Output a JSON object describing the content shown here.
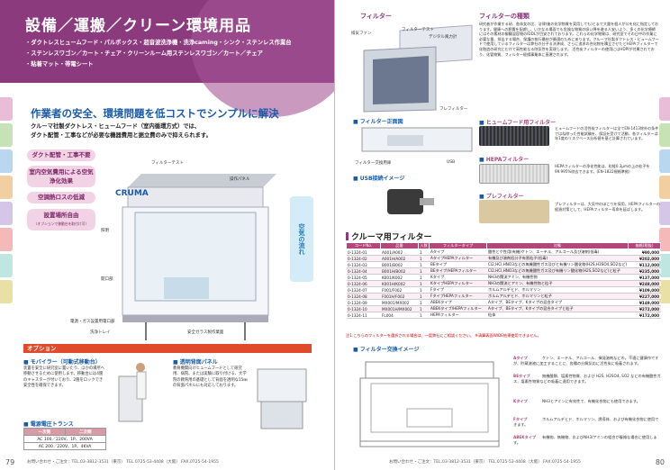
{
  "left": {
    "title": "設備／運搬／クリーン環境用品",
    "subtitle_lines": [
      "・ダクトレスヒュームフード・パルボックス・超音波洗浄機・洗浄caming・シンク・ステンレス作業台",
      "・ステンレスワゴン／カート・チェア・クリーンルーム用ステンレスワゴン／カート／チェア",
      "・粘着マット・帯電シート"
    ],
    "headline": "作業者の安全、環境問題を低コストでシンプルに解決",
    "subheadline_1": "クルーマ社製ダクトレス・ヒュームフード（室内循環方式）では、",
    "subheadline_2": "ダクト配管・工事などが必要な機器費用と据立費のみで抑えられます。",
    "pills": [
      "ダクト配管・工事不要",
      "室内空気費用による空気浄化効果",
      "空調熱ロスの低減",
      "設置場所自由"
    ],
    "pill_note": "（オプションで移動台を取付け可）",
    "callouts": [
      "フィルターテスト",
      "操作パネル",
      "照明",
      "開口部",
      "電源・ガス設置用電口部",
      "洗浄トレイ",
      "安全ガラス製作業面"
    ],
    "brand": "CRUMA",
    "air_label": "空気の流れ",
    "option_title": "オプション",
    "mobile_cart_title": "モバイラー（可動式移動台）",
    "mobile_cart_text": "装置を安全に研究室に置いたり、ほかの場所へ移動させるために使用します。移動台には4箇のキャスターが付いており、2箇をロックでき安全性を確保できます。",
    "rear_panel_title": "透明背面パネル",
    "rear_panel_text": "教育機関向けヒュームフードとして研究用、病院、または実験に取り付ける、大学院の教育用の基礎として背面を透明な15㎜の背面パネルにも対応しております。",
    "trans_title": "電源電圧トランス",
    "trans_headers": [
      "一次側",
      "二次側"
    ],
    "trans_rows": [
      [
        "AC 100／220V、1P、200VA"
      ],
      [
        "AC 200／220V、1P、4KVA"
      ]
    ],
    "footer": "お問い合わせ・ご注文：TEL.03-3812-3531（東京） TEL.0725-53-4408（大阪） FAX.0725-54-1955",
    "page_number": "79"
  },
  "right": {
    "filter_label": "フィルター",
    "filter_kind_label": "フィルターの種類",
    "filter_diagram_labels": [
      "排気ファン",
      "フィルターテスト",
      "デジタル風力計",
      "フレフィルター"
    ],
    "filter_kind_text": "研究者が作業する研、各体女の比、法律(後の化学物質を実用しても)とまで大量を個人が公を化に指定しております。健康への影響を配慮し、いかなる場面でも危険な物質の吸い降を避る人安いよう、多くの化学療師にはその素材の御臓混容物のIDDLが目安されております。これらの化学物質は、研究室でその日中の作業に必要な量、排出する場合、保護の執行最材が最適のためにあります。クルーマ社製ダクトレス・ヒュームフードで使用しているフィルターは弊社の分子る決済成、さらに追求の合化物を積立させたとHEPAフィルターで化粧造の研究にむけて高性能なる除気性を実現します。 活性炭フィルターの使用にはHDPIが付属されており、化管物質、フィルター極損事業体に直運されます。",
    "filter_front_label": "フィルター正面図",
    "filter_front_caption": "フィルター交換用扉",
    "usb_caption": "USB",
    "usb_label": "USB接続イメージ",
    "hume_filter_title": "ヒュームフード用フィルター",
    "hume_filter_text": "ヒュームフードの活性炭フィルターは全てEN-1413除外の条件ではね除った性能試験を、保証を受けて活動、各フィルターは年1度のリスクベース分析値を基と計算されています。",
    "hepa_title": "HEPAフィルター",
    "hepa_text": "HEPAフィルターの浄化性能は、粒経0.3μmの上の粒子を99.995%除去できます。(EN-1822規格準拠)",
    "pre_title": "プレフィルター",
    "pre_text": "プレフィルターは、大気中のほこりを採用、HEPAフィルターの経過対策として、HEPAフィルター寿命を延ばします。",
    "table_title": "クルーマ用フィルター",
    "table_headers": [
      "コードNo.",
      "品番",
      "入数",
      "フィルタータイプ",
      "対象",
      "価格(税抜)"
    ],
    "table_rows": [
      [
        "0-1324-01",
        "A001/A002",
        "1",
        "Aタイプ",
        "酸性とケ性用(有機)ケトン、エーテル、アルコール及び溶剤(低毒)",
        "¥90,000"
      ],
      [
        "0-1324-02",
        "A001H/A002",
        "1",
        "AタイプHEPAフィルター",
        "有機及び溶剤低分子有害粒子(低毒)",
        "¥202,000"
      ],
      [
        "0-1324-03",
        "B001/B002",
        "1",
        "BEタイプ",
        "Cl2,HCl,HNO3などの無機酸性ガス及びと有機リン酸化物(H2S,H3SO4,SO2など)",
        "¥112,000"
      ],
      [
        "0-1324-04",
        "B001H/B002",
        "1",
        "BEタイプ/HEPAフィルター",
        "Cl2,HCl,HNO3などの無機酸性ガス及び有機リン酸化物(H2S,SO2など)と粒子",
        "¥235,000"
      ],
      [
        "0-1324-05",
        "K001/K002",
        "1",
        "Kタイプ",
        "NH3の関流アミン、有機性物",
        "¥137,000"
      ],
      [
        "0-1324-06",
        "K001H/K002",
        "1",
        "KタイプHEPAフィルター",
        "NH3の関流とアミン、有機性物と粒子",
        "¥248,000"
      ],
      [
        "0-1324-07",
        "F001/F002",
        "1",
        "Fタイプ",
        "ホルムアルデヒド、ホルマリン",
        "¥109,000"
      ],
      [
        "0-1324-08",
        "F001H/F002",
        "1",
        "FタイプHEPAフィルター",
        "ホルムアルデヒド、ホルマリンと粒子",
        "¥227,000"
      ],
      [
        "0-1324-09",
        "MX001/MX002",
        "1",
        "ABEKタイプ",
        "Aタイプ、BEタイプ、Kタイプの混合タイプ",
        "¥149,000"
      ],
      [
        "0-1324-10",
        "MX001H/MX002",
        "1",
        "ABEKタイプ/HEPAフィルター",
        "Aタイプ、BEタイプ、Kタイプの混合タイプと粒子",
        "¥272,000"
      ],
      [
        "0-1324-11",
        "FL004",
        "1",
        "HEPAフィルター",
        "粒体",
        "¥172,000"
      ]
    ],
    "table_note": "注1:こちらのフィルターを選択される場合は、一度弊社にご相談ください。 ※清算表面WIDE結果使用できません。",
    "exchange_label": "フィルター交換イメージ",
    "exchange_rows": [
      [
        "Aタイプ",
        "ケトン、エーテル、アルコール、揮発溶剤などの。不適に健康作ですが、貯蔵溶液に加工することに、各種の分解反応に活性炭に吸着されます。"
      ],
      [
        "BEタイプ",
        "無機酸類、塩素性物質、および H2S, H2SO4, SO2 などの有機酸性ガス、塩素性物質などの吸着に適用できます。"
      ],
      [
        "Kタイプ",
        "NH3とアミンに有効性で、有機化合物にも使用できます。"
      ],
      [
        "Fタイプ",
        "ホルムアルデヒド、ホルマリン、誘導体、および有機化合物に使用できます。"
      ],
      [
        "ABEKタイプ",
        "有機物、無機物、およびNH3/アミンの組合が複雑な場合に使用します。"
      ]
    ],
    "footer": "お問い合わせ・ご注文：TEL.03-3812-3531（東京） TEL.0725-53-4408（大阪） FAX.0725-54-1955",
    "page_number": "80"
  },
  "colors": {
    "header": "#8b3a7d",
    "accent_blue": "#1a5aa8",
    "accent_red": "#e04a2a",
    "table_head": "#b2477c"
  }
}
